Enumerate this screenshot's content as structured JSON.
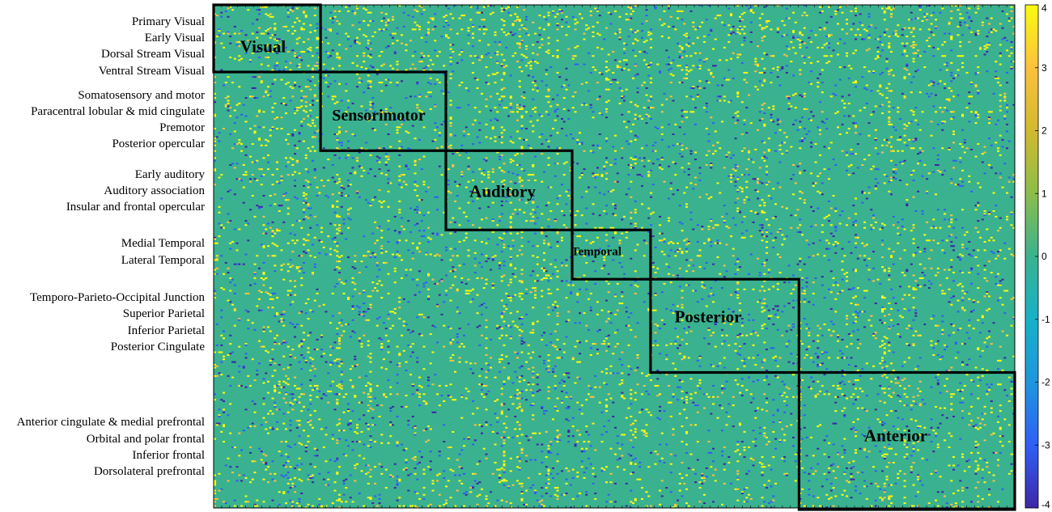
{
  "chart_data": {
    "type": "heatmap",
    "title": "",
    "xlabel": "",
    "ylabel": "",
    "colorbar": {
      "range": [
        -4,
        4
      ],
      "ticks": [
        -4,
        -3,
        -2,
        -1,
        0,
        1,
        2,
        3,
        4
      ],
      "tick_labels": [
        "-4",
        "-3",
        "-2",
        "-1",
        "0",
        "1",
        "2",
        "3",
        "4"
      ],
      "colormap": "parula",
      "colors": [
        "#3e26a8",
        "#2f5ff5",
        "#1f96dd",
        "#17b1c8",
        "#3ab28f",
        "#8cbd4a",
        "#d2b92f",
        "#fcc13d",
        "#f9fb0e"
      ]
    },
    "row_labels": [
      "Primary Visual",
      "Early Visual",
      "Dorsal Stream Visual",
      "Ventral Stream Visual",
      "Somatosensory and motor",
      "Paracentral lobular & mid cingulate",
      "Premotor",
      "Posterior opercular",
      "Early auditory",
      "Auditory association",
      "Insular and frontal opercular",
      "Medial Temporal",
      "Lateral Temporal",
      "Temporo-Parieto-Occipital Junction",
      "Superior Parietal",
      "Inferior Parietal",
      "Posterior Cingulate",
      "Anterior cingulate & medial prefrontal",
      "Orbital and polar frontal",
      "Inferior frontal",
      "Dorsolateral prefrontal"
    ],
    "blocks": [
      {
        "name": "Visual",
        "start": 0,
        "end": 0.1334
      },
      {
        "name": "Sensorimotor",
        "start": 0.1334,
        "end": 0.2899
      },
      {
        "name": "Auditory",
        "start": 0.2899,
        "end": 0.4475
      },
      {
        "name": "Temporal",
        "start": 0.4475,
        "end": 0.5454
      },
      {
        "name": "Posterior",
        "start": 0.5454,
        "end": 0.7307
      },
      {
        "name": "Anterior",
        "start": 0.7307,
        "end": 1.0
      }
    ],
    "background_value": 0,
    "note_values": "Sparse positive (~3 to 4) and negative (~-2 to -3) entries scattered on a 0 background"
  }
}
